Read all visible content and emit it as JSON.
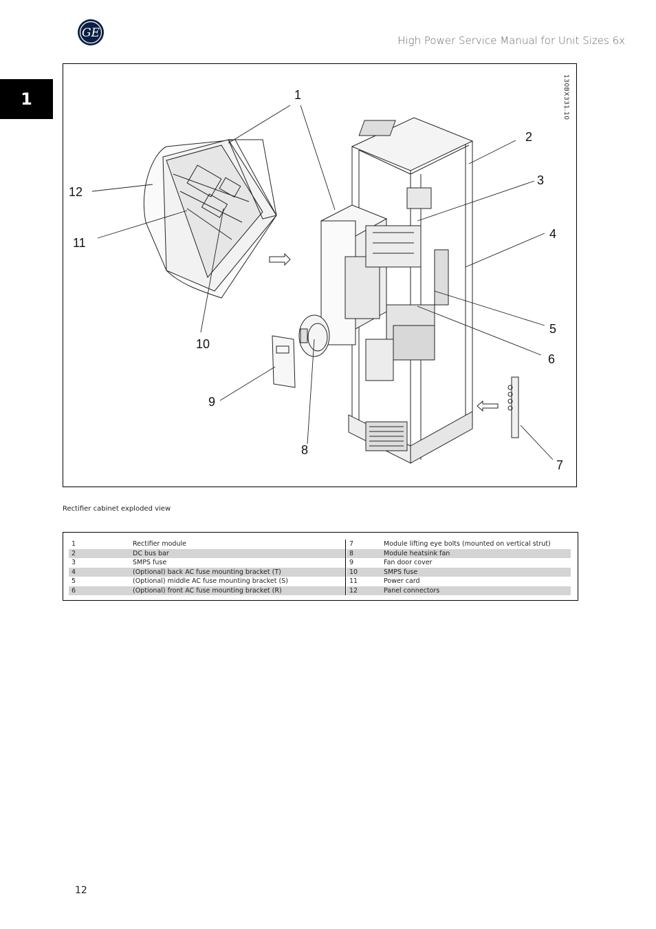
{
  "header": {
    "title": "High Power Service Manual for Unit Sizes 6x",
    "logo_text": "GE"
  },
  "chapter_tab": "1",
  "figure": {
    "code": "130BX331.10",
    "callouts": [
      "1",
      "2",
      "3",
      "4",
      "5",
      "6",
      "7",
      "8",
      "9",
      "10",
      "11",
      "12"
    ]
  },
  "caption": "Rectifier cabinet exploded view",
  "legend": {
    "left": [
      {
        "num": "1",
        "text": "Rectifier module"
      },
      {
        "num": "2",
        "text": "DC bus bar"
      },
      {
        "num": "3",
        "text": "SMPS fuse"
      },
      {
        "num": "4",
        "text": "(Optional) back AC fuse mounting bracket (T)"
      },
      {
        "num": "5",
        "text": "(Optional) middle AC fuse mounting bracket (S)"
      },
      {
        "num": "6",
        "text": "(Optional) front AC fuse mounting bracket (R)"
      }
    ],
    "right": [
      {
        "num": "7",
        "text": "Module lifting eye bolts (mounted on vertical strut)"
      },
      {
        "num": "8",
        "text": "Module heatsink fan"
      },
      {
        "num": "9",
        "text": "Fan door cover"
      },
      {
        "num": "10",
        "text": "SMPS fuse"
      },
      {
        "num": "11",
        "text": "Power card"
      },
      {
        "num": "12",
        "text": "Panel connectors"
      }
    ]
  },
  "page_number": "12"
}
